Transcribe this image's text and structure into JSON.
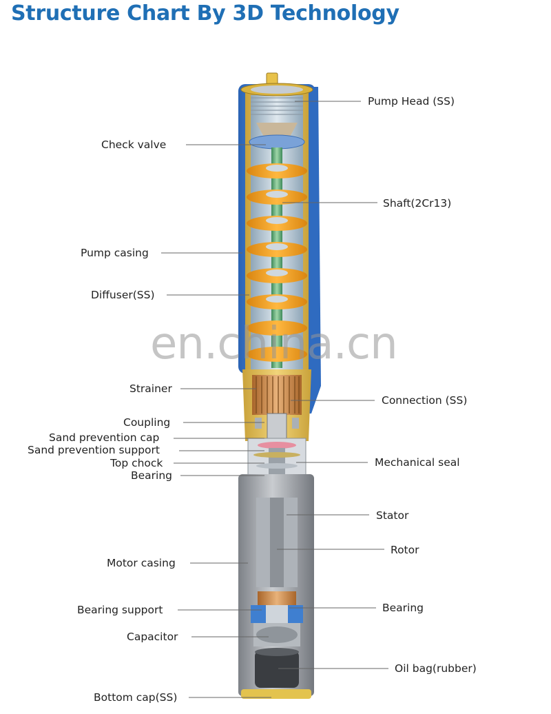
{
  "title": "Structure Chart By 3D Technology",
  "watermark": "en.china.cn",
  "colors": {
    "title": "#1f6fb5",
    "casing_blue": "#3f7fd0",
    "impeller_orange": "#f0a020",
    "casing_yellow": "#e7c24a",
    "motor_gray": "#9a9ea3"
  },
  "labels": {
    "left": [
      "Check valve",
      "Pump casing",
      "Diffuser(SS)",
      "Strainer",
      "Coupling",
      "Sand prevention cap",
      "Sand prevention support",
      "Top chock",
      "Bearing",
      "Motor casing",
      "Bearing support",
      "Capacitor",
      "Bottom cap(SS)"
    ],
    "right": [
      "Pump Head (SS)",
      "Shaft(2Cr13)",
      "Connection (SS)",
      "Mechanical seal",
      "Stator",
      "Rotor",
      "Bearing",
      "Oil bag(rubber)"
    ]
  }
}
